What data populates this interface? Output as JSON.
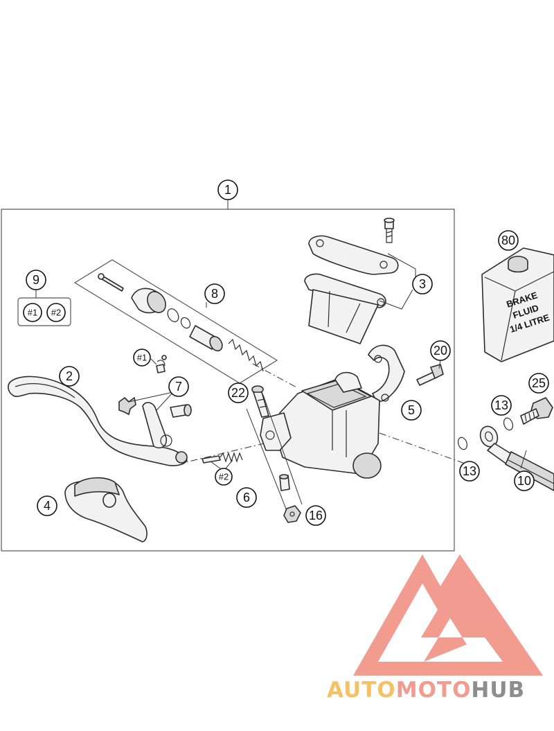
{
  "callouts": {
    "c1": "1",
    "c2": "2",
    "c3": "3",
    "c4": "4",
    "c5": "5",
    "c6": "6",
    "c7": "7",
    "c8": "8",
    "c9": "9",
    "c10": "10",
    "c13a": "13",
    "c13b": "13",
    "c16": "16",
    "c20": "20",
    "c22": "22",
    "c25": "25",
    "c80": "80",
    "kit1": "#1",
    "kit2": "#2",
    "pin1": "#1",
    "pin2": "#2"
  },
  "brake_fluid": {
    "line1": "BRAKE",
    "line2": "FLUID",
    "line3": "1/4 LITRE"
  },
  "watermark": {
    "part1": "AUTO",
    "part2": "MOTO",
    "part3": "HUB",
    "color_auto": "#f5b74a",
    "color_moto": "#f08a7c",
    "color_hub": "#7a7a7a",
    "color_logo": "#f08a7c"
  }
}
